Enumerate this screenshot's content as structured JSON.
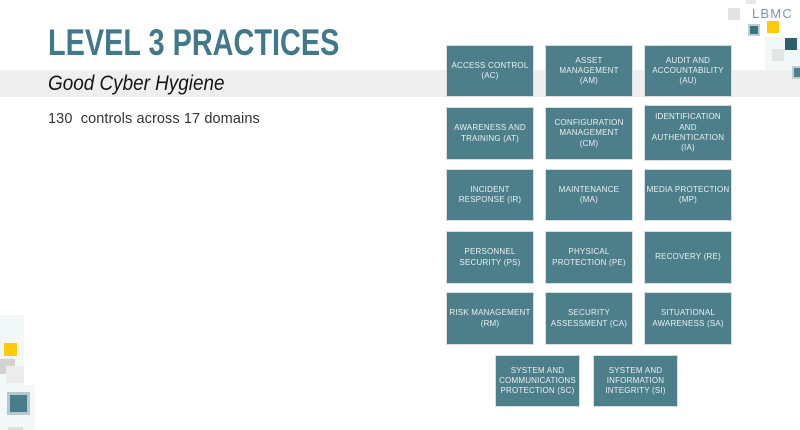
{
  "slide": {
    "title": "LEVEL 3 PRACTICES",
    "subtitle": "Good Cyber Hygiene",
    "summary": "130  controls across 17 domains",
    "brand": "LBMC"
  },
  "colors": {
    "title_teal": "#41798b",
    "box_teal": "#4d7f8b",
    "dark_teal": "#2f5f6a",
    "accent_yellow": "#ffcb05",
    "band_gray": "#efefef",
    "box_text": "#e9eff1"
  },
  "domains": [
    {
      "id": "AC",
      "label": "ACCESS CONTROL\n(AC)"
    },
    {
      "id": "AM",
      "label": "ASSET\nMANAGEMENT\n(AM)"
    },
    {
      "id": "AU",
      "label": "AUDIT AND\nACCOUNTABILITY\n(AU)"
    },
    {
      "id": "AT",
      "label": "AWARENESS AND\nTRAINING (AT)"
    },
    {
      "id": "CM",
      "label": "CONFIGURATION\nMANAGEMENT\n(CM)"
    },
    {
      "id": "IA",
      "label": "IDENTIFICATION\nAND\nAUTHENTICATION\n(IA)"
    },
    {
      "id": "IR",
      "label": "INCIDENT\nRESPONSE (IR)"
    },
    {
      "id": "MA",
      "label": "MAINTENANCE\n(MA)"
    },
    {
      "id": "MP",
      "label": "MEDIA PROTECTION\n(MP)"
    },
    {
      "id": "PS",
      "label": "PERSONNEL\nSECURITY (PS)"
    },
    {
      "id": "PE",
      "label": "PHYSICAL\nPROTECTION (PE)"
    },
    {
      "id": "RE",
      "label": "RECOVERY (RE)"
    },
    {
      "id": "RM",
      "label": "RISK MANAGEMENT\n(RM)"
    },
    {
      "id": "CA",
      "label": "SECURITY\nASSESSMENT (CA)"
    },
    {
      "id": "SA",
      "label": "SITUATIONAL\nAWARENESS (SA)"
    },
    {
      "id": "SC",
      "label": "SYSTEM AND\nCOMMUNICATIONS\nPROTECTION (SC)"
    },
    {
      "id": "SI",
      "label": "SYSTEM AND\nINFORMATION\nINTEGRITY (SI)"
    }
  ]
}
